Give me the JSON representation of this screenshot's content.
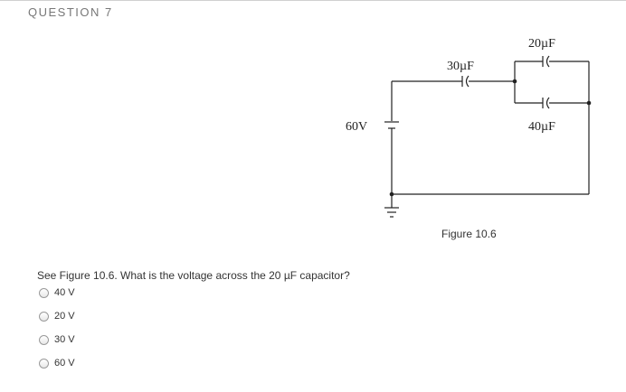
{
  "question": {
    "header": "QUESTION 7",
    "text": "See Figure 10.6. What is the voltage across the 20 µF capacitor?",
    "choices": [
      "40 V",
      "20 V",
      "30 V",
      "60 V"
    ]
  },
  "figure": {
    "caption": "Figure 10.6",
    "labels": {
      "c30": "30µF",
      "c20": "20µF",
      "c40": "40µF",
      "source": "60V"
    }
  }
}
